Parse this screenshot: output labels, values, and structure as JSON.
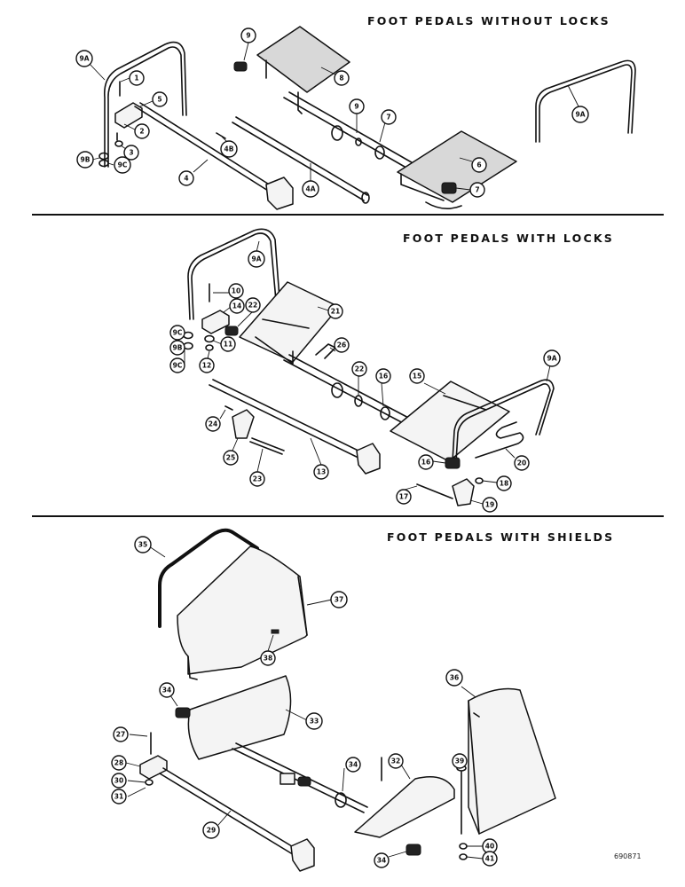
{
  "sections": [
    {
      "title": "FOOT PEDALS WITHOUT LOCKS"
    },
    {
      "title": "FOOT PEDALS WITH LOCKS"
    },
    {
      "title": "FOOT PEDALS WITH SHIELDS"
    }
  ],
  "callouts": {
    "s1": [
      "9A",
      "1",
      "5",
      "2",
      "3",
      "9B",
      "9C",
      "4",
      "4B",
      "4A",
      "9",
      "8",
      "9",
      "7",
      "6",
      "7",
      "9A"
    ],
    "s2": [
      "9A",
      "10",
      "14",
      "22",
      "21",
      "9C",
      "9B",
      "11",
      "9C",
      "12",
      "26",
      "22",
      "16",
      "15",
      "9A",
      "24",
      "25",
      "23",
      "13",
      "16",
      "20",
      "17",
      "18",
      "19"
    ],
    "s3": [
      "35",
      "37",
      "38",
      "34",
      "33",
      "36",
      "27",
      "28",
      "30",
      "31",
      "29",
      "34",
      "32",
      "39",
      "40",
      "41",
      "34"
    ]
  },
  "figure_id": "690871"
}
